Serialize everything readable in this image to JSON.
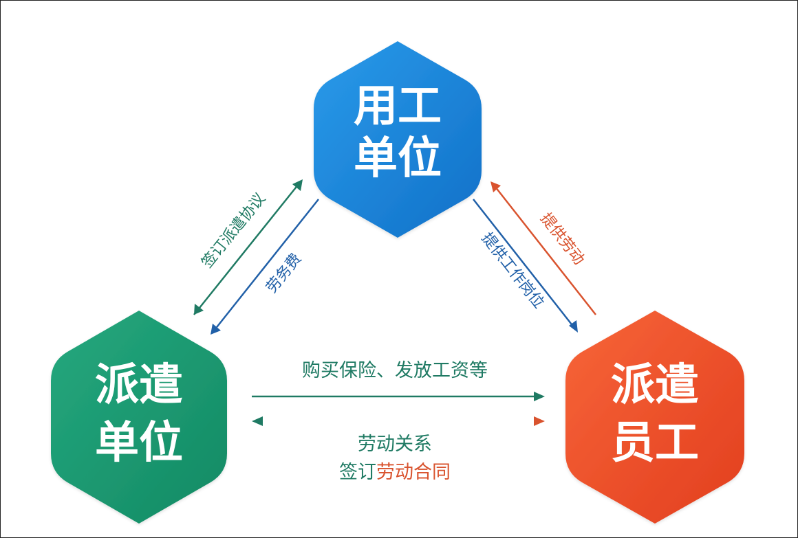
{
  "nodes": {
    "employer": {
      "line1": "用工",
      "line2": "单位",
      "color": "#1a86dc"
    },
    "agency": {
      "line1": "派遣",
      "line2": "单位",
      "color": "#1d9a72"
    },
    "employee": {
      "line1": "派遣",
      "line2": "员工",
      "color": "#f0502a"
    }
  },
  "arrows": {
    "agency_employer_agreement": {
      "label": "签订派遣协议",
      "color": "#1f7a63"
    },
    "employer_agency_fee": {
      "label": "劳务费",
      "color": "#2160a8"
    },
    "employer_employee_post": {
      "label": "提供工作岗位",
      "color": "#2160a8"
    },
    "employee_employer_labor": {
      "label": "提供劳动",
      "color": "#d9532e"
    },
    "agency_employee_insurance": {
      "label": "购买保险、发放工资等",
      "color": "#1f7a63"
    },
    "bidirectional": {
      "label1": "劳动关系",
      "label1_color": "#1f7a63",
      "label2_part1": "签订",
      "label2_part2": "劳动合同",
      "label2_color": "#d9532e",
      "left_color": "#1f7a63",
      "right_color": "#d9532e"
    }
  }
}
